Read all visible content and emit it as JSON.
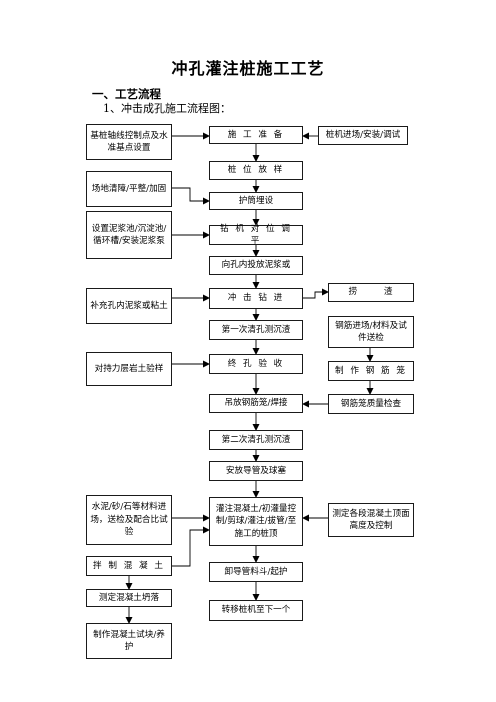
{
  "title": "冲孔灌注桩施工工艺",
  "section": "一、工艺流程",
  "subtitle": "1、冲击成孔施工流程图：",
  "nodes": {
    "l1": "基桩轴线控制点及水准基点设置",
    "l2": "场地清障/平整/加固",
    "l3": "设置泥浆池/沉淀池/循环槽/安装泥浆泵",
    "l4": "补充孔内泥浆或粘土",
    "l5": "对持力层岩土验样",
    "l6": "水泥/砂/石等材料进场，送检及配合比试验",
    "l7": "拌 制 混 凝 土",
    "l8": "测定混凝土坍落",
    "l9": "制作混凝土试块/养护",
    "c1": "施 工 准 备",
    "c2": "桩 位 放 样",
    "c3": "护筒埋设",
    "c4": "钻 机 对 位 调 平",
    "c5": "向孔内投放泥浆或",
    "c6": "冲 击 钻 进",
    "c7": "第一次清孔测沉渣",
    "c8": "终 孔 验 收",
    "c9": "吊放钢筋笼/焊接",
    "c10": "第二次清孔测沉渣",
    "c11": "安放导管及球塞",
    "c12": "灌注混凝土/初灌量控制/剪球/灌注/拔管/至施工的桩顶",
    "c13": "卸导管料斗/起护",
    "c14": "转移桩机至下一个",
    "r1": "桩机进场/安装/调试",
    "r2": "捞 渣",
    "r3": "钢筋进场/材料及试件送检",
    "r4": "制 作 钢 筋 笼",
    "r5": "钢筋笼质量检查",
    "r6": "测定各段混凝土顶面高度及控制"
  }
}
